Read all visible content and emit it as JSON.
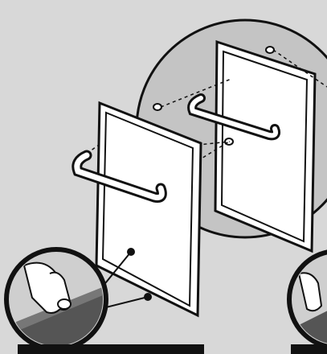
{
  "figure": {
    "colors": {
      "background": "#d8d8d8",
      "circle": "#c4c4c4",
      "outline": "#111111",
      "door": "#ffffff",
      "accent_bar": "#111111"
    },
    "parts": [
      {
        "name": "front-door",
        "icon": "door-panel"
      },
      {
        "name": "back-door",
        "icon": "door-panel"
      },
      {
        "name": "front-handle",
        "icon": "u-handle"
      },
      {
        "name": "back-handle",
        "icon": "u-handle"
      },
      {
        "name": "detail-magnifier-left",
        "icon": "magnified-hand-detail"
      },
      {
        "name": "detail-magnifier-right",
        "icon": "magnified-detail-partial"
      }
    ]
  }
}
